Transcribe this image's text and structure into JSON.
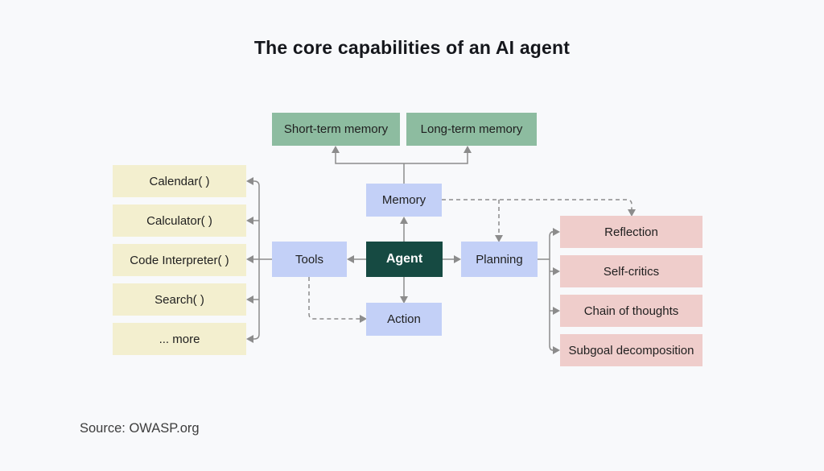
{
  "title": "The core capabilities of an AI agent",
  "source": "Source: OWASP.org",
  "colors": {
    "background": "#f8f9fb",
    "memory_type_green": "#8dbca0",
    "capability_blue": "#c3d0f7",
    "agent_teal": "#164a42",
    "tool_yellow": "#f3efcf",
    "planning_pink": "#efcdcb",
    "connector_gray": "#8c8c8c",
    "text_dark": "#1f1f1f",
    "agent_text": "#ffffff"
  },
  "nodes": {
    "agent": "Agent",
    "memory": "Memory",
    "tools": "Tools",
    "planning": "Planning",
    "action": "Action",
    "memory_types": [
      "Short-term memory",
      "Long-term memory"
    ],
    "tool_items": [
      "Calendar( )",
      "Calculator( )",
      "Code Interpreter( )",
      "Search( )",
      "... more"
    ],
    "planning_items": [
      "Reflection",
      "Self-critics",
      "Chain of thoughts",
      "Subgoal decomposition"
    ]
  }
}
